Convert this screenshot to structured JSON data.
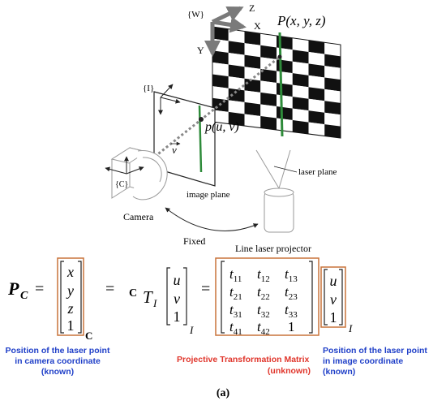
{
  "scene": {
    "world_frame": "{W}",
    "axis_z": "Z",
    "axis_x": "X",
    "axis_y": "Y",
    "world_point": "P(x, y, z)",
    "image_frame": "{I}",
    "image_point": "p(u, v)",
    "ray_vector": "v",
    "camera_frame": "{C}",
    "image_plane_label": "image plane",
    "laser_plane_label": "laser plane",
    "camera_label": "Camera",
    "fixed_label": "Fixed",
    "projector_label": "Line laser projector"
  },
  "equation": {
    "lhs_symbol": "P",
    "lhs_sub": "C",
    "equals": "=",
    "camera_vector": [
      "x",
      "y",
      "z",
      "1"
    ],
    "camera_vector_sub": "C",
    "transform_sup": "C",
    "transform_symbol": "T",
    "transform_sub": "I",
    "image_vector": [
      "u",
      "v",
      "1"
    ],
    "image_vector_sub": "I",
    "matrix": [
      [
        "t",
        "11",
        "t",
        "12",
        "t",
        "13"
      ],
      [
        "t",
        "21",
        "t",
        "22",
        "t",
        "23"
      ],
      [
        "t",
        "31",
        "t",
        "32",
        "t",
        "33"
      ],
      [
        "t",
        "41",
        "t",
        "42",
        "1",
        ""
      ]
    ]
  },
  "notes": {
    "camera_coord": [
      "Position of the laser point",
      "in camera coordinate",
      "(known)"
    ],
    "matrix_title": "Projective Transformation Matrix",
    "matrix_status": "(unknown)",
    "image_coord": [
      "Position of the laser point",
      "in image coordinate",
      "(known)"
    ]
  },
  "caption": "(a)",
  "colors": {
    "highlight_box": "#c8733a",
    "laser_line": "#2e8b3a",
    "note_blue": "#1f3fc8",
    "note_red": "#e0352b",
    "axis_gray": "#7a7a7a"
  }
}
